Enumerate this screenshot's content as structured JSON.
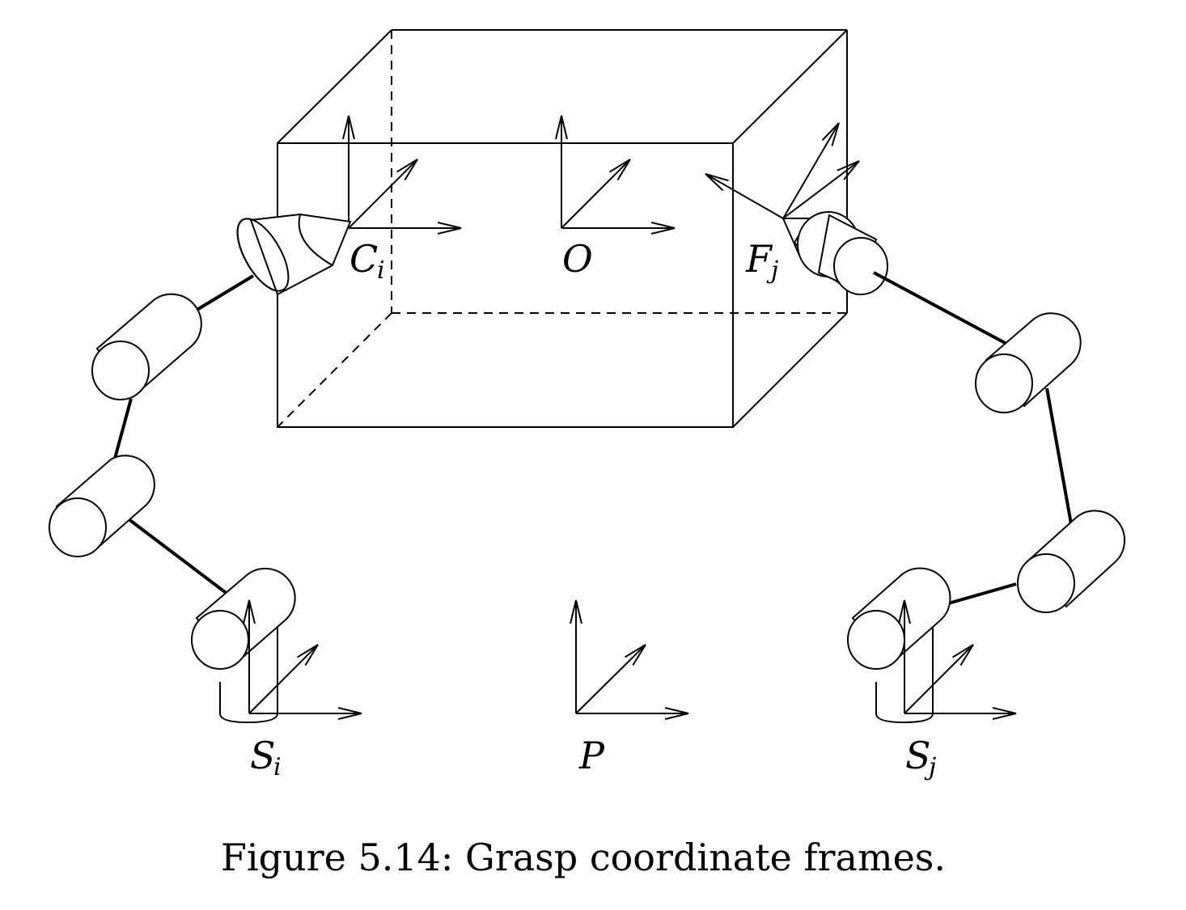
{
  "labels": {
    "C": {
      "main": "C",
      "sub": "i"
    },
    "O": {
      "main": "O"
    },
    "F": {
      "main": "F",
      "sub": "j"
    },
    "Si": {
      "main": "S",
      "sub": "i"
    },
    "P": {
      "main": "P"
    },
    "Sj": {
      "main": "S",
      "sub": "j"
    }
  },
  "caption": "Figure 5.14: Grasp coordinate frames."
}
